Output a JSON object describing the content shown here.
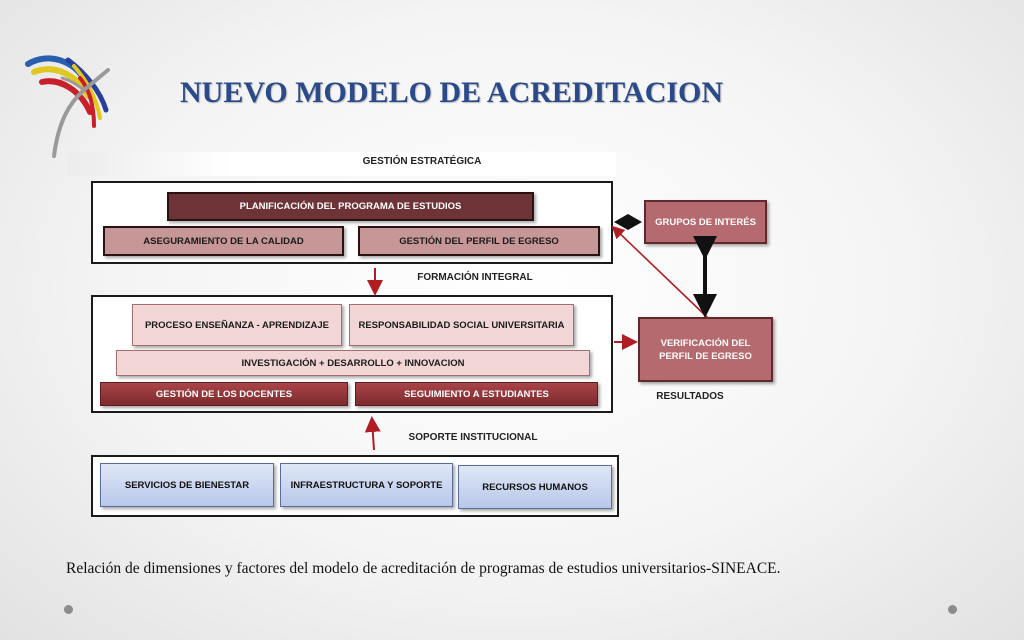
{
  "title": "NUEVO MODELO DE ACREDITACION",
  "labels": {
    "strategic": "GESTIÓN ESTRATÉGICA",
    "formation": "FORMACIÓN INTEGRAL",
    "support": "SOPORTE INSTITUCIONAL",
    "results": "RESULTADOS"
  },
  "strategic_boxes": {
    "planning": "PLANIFICACIÓN DEL PROGRAMA DE ESTUDIOS",
    "quality": "ASEGURAMIENTO DE LA CALIDAD",
    "profile": "GESTIÓN DEL PERFIL DE EGRESO"
  },
  "formation_boxes": {
    "teaching": "PROCESO ENSEÑANZA - APRENDIZAJE",
    "social": "RESPONSABILIDAD SOCIAL UNIVERSITARIA",
    "research": "INVESTIGACIÓN + DESARROLLO + INNOVACION",
    "teachers": "GESTIÓN DE LOS DOCENTES",
    "students": "SEGUIMIENTO A ESTUDIANTES"
  },
  "support_boxes": {
    "welfare": "SERVICIOS DE BIENESTAR",
    "infrastructure": "INFRAESTRUCTURA Y SOPORTE",
    "hr": "RECURSOS HUMANOS"
  },
  "side_boxes": {
    "stakeholders": "GRUPOS DE INTERÉS",
    "verification": "VERIFICACIÓN DEL PERFIL DE EGRESO"
  },
  "caption": "Relación de dimensiones y factores del modelo de acreditación de programas de estudios universitarios-SINEACE.",
  "colors": {
    "title": "#2a4a8a",
    "dark_box": "#6d3336",
    "maroon_box": "#a94448",
    "blue_box": "#b8c8ea",
    "arrow_red": "#b01e24"
  }
}
